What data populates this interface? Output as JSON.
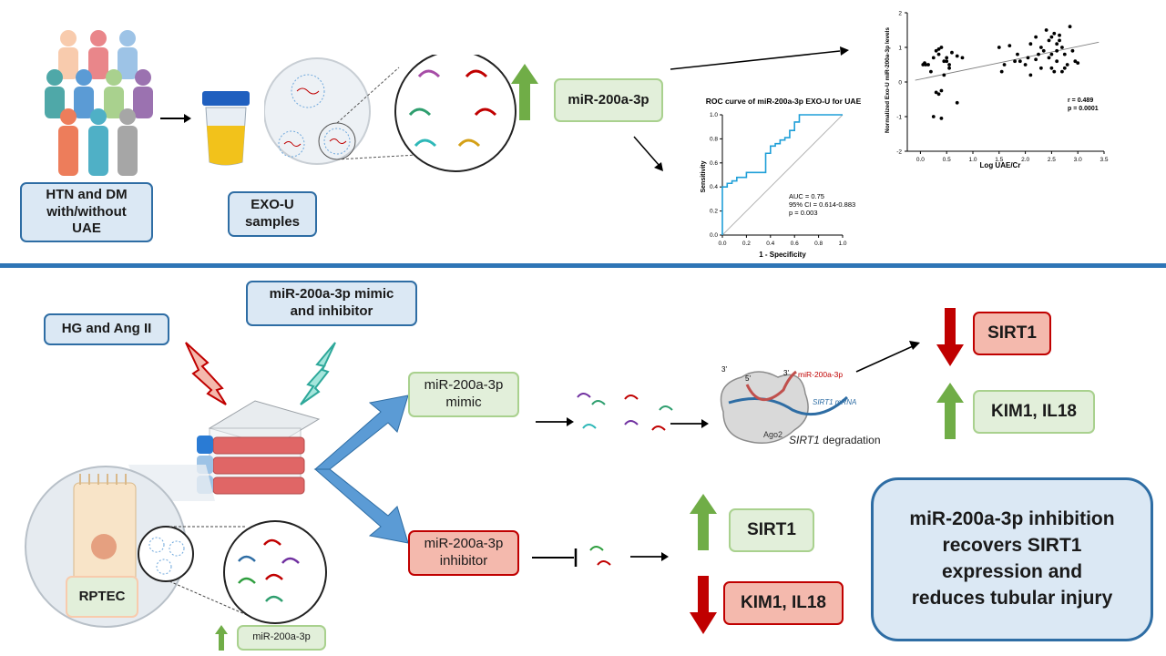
{
  "top": {
    "cohort_label": "HTN and DM\nwith/without\nUAE",
    "samples_label": "EXO-U\nsamples",
    "mirna_label": "miR-200a-3p"
  },
  "roc_chart": {
    "title": "ROC curve of miR-200a-3p EXO-U for UAE",
    "xlabel": "1 - Specificity",
    "ylabel": "Sensitivity",
    "x_ticks": [
      "0.0",
      "0.2",
      "0.4",
      "0.6",
      "0.8",
      "1.0"
    ],
    "y_ticks": [
      "0.0",
      "0.2",
      "0.4",
      "0.6",
      "0.8",
      "1.0"
    ],
    "stats": [
      "AUC = 0.75",
      "95% CI = 0.614-0.883",
      "p = 0.003"
    ]
  },
  "scatter_chart": {
    "xlabel": "Log UAE/Cr",
    "ylabel": "Normalized Exo-U miR-200a-3p levels",
    "x_ticks": [
      "0.0",
      "0.5",
      "1.0",
      "1.5",
      "2.0",
      "2.5",
      "3.0",
      "3.5"
    ],
    "y_ticks": [
      "2",
      "1",
      "0",
      "-1",
      "-2"
    ],
    "stats": [
      "r = 0.489",
      "p = 0.0001"
    ]
  },
  "chart_data": [
    {
      "type": "line",
      "title": "ROC curve of miR-200a-3p EXO-U for UAE",
      "xlabel": "1 - Specificity",
      "ylabel": "Sensitivity",
      "xlim": [
        0,
        1
      ],
      "ylim": [
        0,
        1
      ],
      "series": [
        {
          "x": [
            0,
            0,
            0.04,
            0.04,
            0.08,
            0.08,
            0.12,
            0.12,
            0.2,
            0.2,
            0.36,
            0.36,
            0.4,
            0.4,
            0.44,
            0.44,
            0.48,
            0.48,
            0.52,
            0.52,
            0.56,
            0.56,
            0.6,
            0.6,
            0.64,
            0.64,
            1.0
          ],
          "y": [
            0,
            0.4,
            0.4,
            0.43,
            0.43,
            0.45,
            0.45,
            0.48,
            0.48,
            0.52,
            0.52,
            0.68,
            0.68,
            0.74,
            0.74,
            0.76,
            0.76,
            0.79,
            0.79,
            0.81,
            0.81,
            0.87,
            0.87,
            0.94,
            0.94,
            1.0,
            1.0
          ]
        },
        {
          "x": [
            0,
            1
          ],
          "y": [
            0,
            1
          ]
        }
      ],
      "annotations": [
        "AUC = 0.75",
        "95% CI = 0.614-0.883",
        "p = 0.003"
      ]
    },
    {
      "type": "scatter",
      "xlabel": "Log UAE/Cr",
      "ylabel": "Normalized Exo-U miR-200a-3p levels",
      "xlim": [
        -0.25,
        3.5
      ],
      "ylim": [
        -2,
        2
      ],
      "series": [
        {
          "x": [
            0.05,
            0.08,
            0.1,
            0.15,
            0.2,
            0.25,
            0.3,
            0.35,
            0.4,
            0.45,
            0.5,
            0.55,
            0.6,
            0.7,
            0.3,
            0.35,
            0.4,
            0.25,
            0.4,
            0.45,
            0.55,
            0.7,
            0.8,
            0.35,
            0.5,
            1.5,
            1.55,
            1.7,
            1.8,
            1.85,
            1.9,
            2.0,
            2.05,
            2.1,
            2.2,
            2.25,
            2.3,
            2.35,
            2.4,
            2.45,
            2.5,
            2.5,
            2.55,
            2.55,
            2.6,
            2.6,
            2.65,
            2.7,
            2.7,
            2.75,
            2.8,
            2.85,
            2.9,
            2.95,
            3.0,
            2.5,
            2.6,
            2.3,
            1.6,
            2.1,
            2.65,
            2.45,
            2.75,
            2.2
          ],
          "y": [
            0.5,
            0.55,
            0.5,
            0.5,
            0.3,
            0.7,
            0.9,
            0.8,
            1.0,
            0.6,
            0.7,
            0.5,
            0.85,
            0.75,
            -0.3,
            -0.35,
            -0.25,
            -1.0,
            -1.05,
            0.2,
            0.4,
            -0.6,
            0.7,
            0.95,
            0.6,
            1.0,
            0.3,
            1.05,
            0.6,
            0.8,
            0.6,
            0.5,
            0.7,
            0.2,
            1.3,
            0.8,
            1.0,
            0.9,
            1.5,
            1.2,
            0.8,
            0.4,
            1.4,
            0.3,
            1.1,
            0.6,
            1.35,
            1.0,
            0.3,
            0.8,
            0.5,
            1.6,
            0.9,
            0.6,
            0.55,
            1.3,
            0.9,
            0.4,
            0.5,
            1.1,
            1.2,
            0.7,
            0.4,
            0.65
          ]
        }
      ],
      "trend_line": {
        "x": [
          -0.1,
          3.4
        ],
        "y": [
          0.05,
          1.15
        ]
      },
      "annotations": [
        "r = 0.489",
        "p = 0.0001"
      ]
    }
  ],
  "bottom": {
    "hg_label": "HG and Ang II",
    "mimic_inhibitor_label": "miR-200a-3p mimic\nand inhibitor",
    "mimic_label": "miR-200a-3p\nmimic",
    "inhibitor_label": "miR-200a-3p\ninhibitor",
    "rptec_label": "RPTEC",
    "small_mirna_label": "miR-200a-3p",
    "ago2_label": "Ago2",
    "ago2_mirna_label": "miR-200a-3p",
    "ago2_mrna_label": "SIRT1 mRNA",
    "ago2_five_prime": "5'",
    "ago2_three_prime_a": "3'",
    "ago2_three_prime_b": "3'",
    "degradation_gene": "SIRT1",
    "degradation_word": " degradation",
    "sirt1_down_label": "SIRT1",
    "kim_up_label": "KIM1, IL18",
    "sirt1_up_label": "SIRT1",
    "kim_down_label": "KIM1, IL18",
    "conclusion": "miR-200a-3p inhibition\nrecovers SIRT1\nexpression and\nreduces tubular injury"
  },
  "colors": {
    "blue_fill": "#dbe8f4",
    "blue_border": "#2e6da4",
    "green_fill": "#e2efda",
    "red_fill": "#f4b9ad",
    "up_arrow": "#70ad47",
    "down_arrow": "#c00000",
    "divider": "#2e75b6"
  }
}
